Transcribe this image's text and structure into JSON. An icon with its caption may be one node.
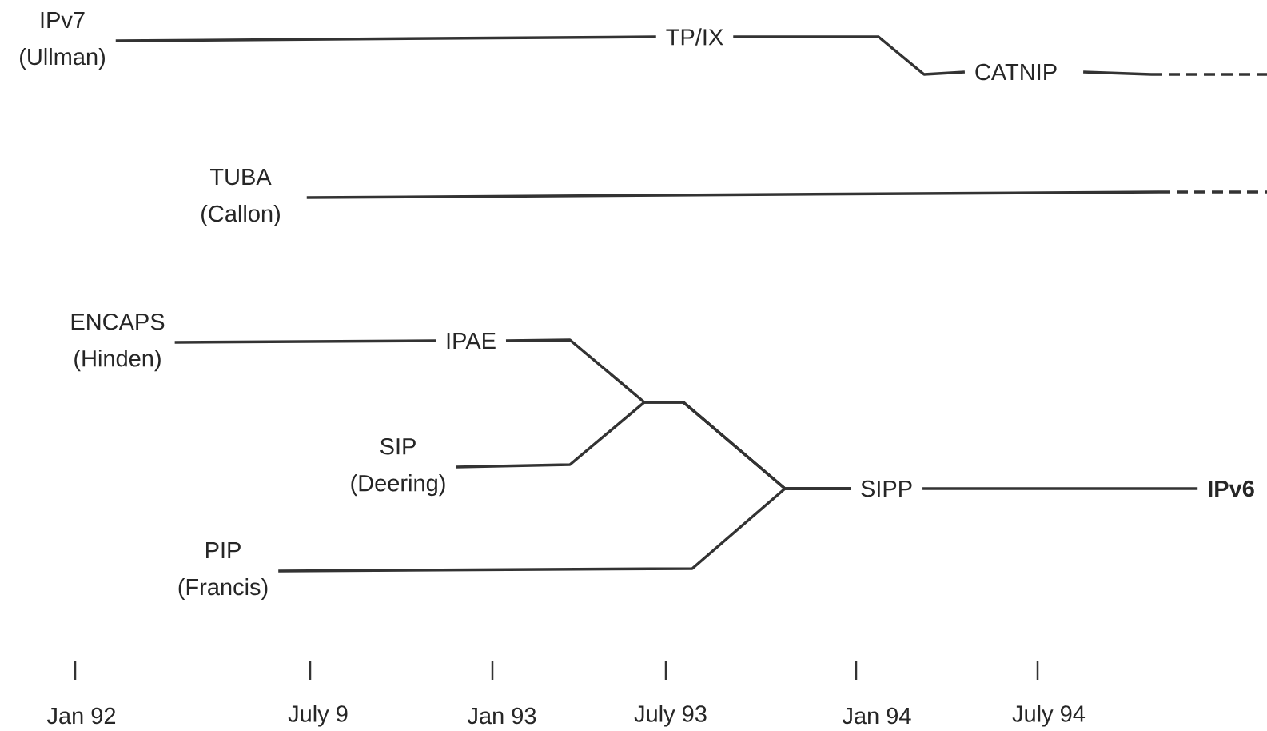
{
  "diagram": {
    "nodes": [
      {
        "text": [
          "IPv7",
          "(Ullman)"
        ]
      },
      {
        "text": [
          "TP/IX"
        ]
      },
      {
        "text": [
          "CATNIP"
        ]
      },
      {
        "text": [
          "TUBA",
          "(Callon)"
        ]
      },
      {
        "text": [
          "ENCAPS",
          "(Hinden)"
        ]
      },
      {
        "text": [
          "IPAE"
        ]
      },
      {
        "text": [
          "SIP",
          "(Deering)"
        ]
      },
      {
        "text": [
          "PIP",
          "(Francis)"
        ]
      },
      {
        "text": [
          "SIPP"
        ]
      },
      {
        "text": [
          "IPv6"
        ]
      }
    ],
    "edges": [
      {
        "from": 0,
        "to": 1,
        "arrow": "none"
      },
      {
        "from": 1,
        "to": 2,
        "arrow": "none"
      },
      {
        "from": 2,
        "to": null,
        "arrow": "none"
      },
      {
        "from": 3,
        "to": null,
        "arrow": "none"
      },
      {
        "from": 4,
        "to": 5,
        "arrow": "none"
      },
      {
        "from": 5,
        "to": 8,
        "arrow": "none"
      },
      {
        "from": 6,
        "to": 8,
        "arrow": "none"
      },
      {
        "from": 7,
        "to": 8,
        "arrow": "none"
      },
      {
        "from": 8,
        "to": 9,
        "arrow": "none"
      }
    ],
    "labels": [
      "Jan 92",
      "July 9",
      "Jan 93",
      "July 93",
      "Jan 94",
      "July 94"
    ]
  }
}
